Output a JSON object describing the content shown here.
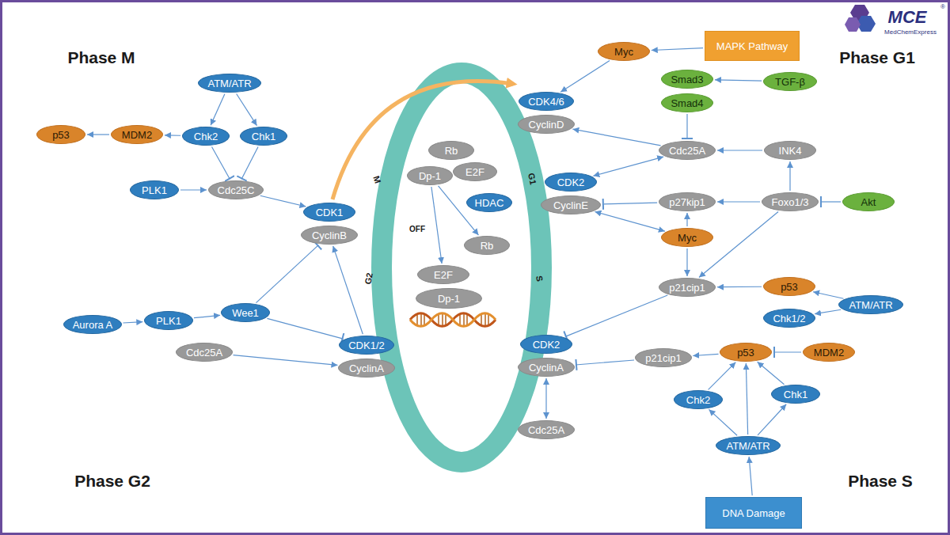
{
  "diagram": {
    "nodes": [
      {
        "text": [
          "ATM/ATR"
        ]
      },
      {
        "text": [
          "Chk2"
        ]
      },
      {
        "text": [
          "Chk1"
        ]
      },
      {
        "text": [
          "MDM2"
        ]
      },
      {
        "text": [
          "p53"
        ]
      },
      {
        "text": [
          "PLK1"
        ]
      },
      {
        "text": [
          "Cdc25C"
        ]
      },
      {
        "text": [
          "CDK1"
        ]
      },
      {
        "text": [
          "CyclinB"
        ]
      },
      {
        "text": [
          "Aurora A"
        ]
      },
      {
        "text": [
          "PLK1"
        ]
      },
      {
        "text": [
          "Wee1"
        ]
      },
      {
        "text": [
          "Cdc25A"
        ]
      },
      {
        "text": [
          "CDK1/2"
        ]
      },
      {
        "text": [
          "CyclinA"
        ]
      },
      {
        "text": [
          "Rb"
        ]
      },
      {
        "text": [
          "Dp-1"
        ]
      },
      {
        "text": [
          "E2F"
        ]
      },
      {
        "text": [
          "HDAC"
        ]
      },
      {
        "text": [
          "Rb"
        ]
      },
      {
        "text": [
          "E2F"
        ]
      },
      {
        "text": [
          "Dp-1"
        ]
      },
      {
        "text": [
          "Myc"
        ]
      },
      {
        "text": [
          "MAPK Pathway"
        ]
      },
      {
        "text": [
          "Smad3"
        ]
      },
      {
        "text": [
          "TGF-β"
        ]
      },
      {
        "text": [
          "Smad4"
        ]
      },
      {
        "text": [
          "CDK4/6"
        ]
      },
      {
        "text": [
          "CyclinD"
        ]
      },
      {
        "text": [
          "Cdc25A"
        ]
      },
      {
        "text": [
          "INK4"
        ]
      },
      {
        "text": [
          "CDK2"
        ]
      },
      {
        "text": [
          "CyclinE"
        ]
      },
      {
        "text": [
          "p27kip1"
        ]
      },
      {
        "text": [
          "Foxo1/3"
        ]
      },
      {
        "text": [
          "Akt"
        ]
      },
      {
        "text": [
          "Myc"
        ]
      },
      {
        "text": [
          "p21cip1"
        ]
      },
      {
        "text": [
          "p53"
        ]
      },
      {
        "text": [
          "ATM/ATR"
        ]
      },
      {
        "text": [
          "Chk1/2"
        ]
      },
      {
        "text": [
          "CDK2"
        ]
      },
      {
        "text": [
          "CyclinA"
        ]
      },
      {
        "text": [
          "p21cip1"
        ]
      },
      {
        "text": [
          "p53"
        ]
      },
      {
        "text": [
          "MDM2"
        ]
      },
      {
        "text": [
          "Chk2"
        ]
      },
      {
        "text": [
          "Chk1"
        ]
      },
      {
        "text": [
          "Cdc25A"
        ]
      },
      {
        "text": [
          "ATM/ATR"
        ]
      },
      {
        "text": [
          "DNA Damage"
        ]
      }
    ],
    "edges": [
      {
        "from": 0,
        "to": 1,
        "arrow": "to"
      },
      {
        "from": 0,
        "to": 2,
        "arrow": "to"
      },
      {
        "from": 1,
        "to": 3,
        "arrow": "to"
      },
      {
        "from": 3,
        "to": 4,
        "arrow": "to"
      },
      {
        "from": 1,
        "to": 6,
        "arrow": "to"
      },
      {
        "from": 2,
        "to": 6,
        "arrow": "to"
      },
      {
        "from": 5,
        "to": 6,
        "arrow": "to"
      },
      {
        "from": 6,
        "to": 7,
        "arrow": "to"
      },
      {
        "from": 11,
        "to": 8,
        "arrow": "to"
      },
      {
        "from": 9,
        "to": 10,
        "arrow": "to"
      },
      {
        "from": 10,
        "to": 11,
        "arrow": "to"
      },
      {
        "from": 11,
        "to": 13,
        "arrow": "to"
      },
      {
        "from": 12,
        "to": 14,
        "arrow": "to"
      },
      {
        "from": 13,
        "to": 8,
        "arrow": "to"
      },
      {
        "from": 16,
        "to": 20,
        "arrow": "to"
      },
      {
        "from": 16,
        "to": 19,
        "arrow": "to"
      },
      {
        "from": 23,
        "to": 22,
        "arrow": "to"
      },
      {
        "from": 22,
        "to": 27,
        "arrow": "to"
      },
      {
        "from": 25,
        "to": 24,
        "arrow": "to"
      },
      {
        "from": 26,
        "to": 29,
        "arrow": "to"
      },
      {
        "from": 29,
        "to": 28,
        "arrow": "to"
      },
      {
        "from": 29,
        "to": 31,
        "arrow": "both"
      },
      {
        "from": 30,
        "to": 29,
        "arrow": "to"
      },
      {
        "from": 34,
        "to": 30,
        "arrow": "to"
      },
      {
        "from": 35,
        "to": 34,
        "arrow": "to"
      },
      {
        "from": 34,
        "to": 33,
        "arrow": "to"
      },
      {
        "from": 33,
        "to": 32,
        "arrow": "to"
      },
      {
        "from": 36,
        "to": 33,
        "arrow": "to"
      },
      {
        "from": 36,
        "to": 32,
        "arrow": "both"
      },
      {
        "from": 36,
        "to": 37,
        "arrow": "to"
      },
      {
        "from": 34,
        "to": 37,
        "arrow": "to"
      },
      {
        "from": 38,
        "to": 37,
        "arrow": "to"
      },
      {
        "from": 39,
        "to": 38,
        "arrow": "to"
      },
      {
        "from": 39,
        "to": 40,
        "arrow": "to"
      },
      {
        "from": 37,
        "to": 41,
        "arrow": "to"
      },
      {
        "from": 43,
        "to": 42,
        "arrow": "to"
      },
      {
        "from": 44,
        "to": 43,
        "arrow": "to"
      },
      {
        "from": 45,
        "to": 44,
        "arrow": "to"
      },
      {
        "from": 46,
        "to": 44,
        "arrow": "to"
      },
      {
        "from": 47,
        "to": 44,
        "arrow": "to"
      },
      {
        "from": 49,
        "to": 44,
        "arrow": "to"
      },
      {
        "from": 49,
        "to": 46,
        "arrow": "to"
      },
      {
        "from": 49,
        "to": 47,
        "arrow": "to"
      },
      {
        "from": 50,
        "to": 49,
        "arrow": "to"
      },
      {
        "from": 48,
        "to": 42,
        "arrow": "both"
      }
    ],
    "labels": [
      "Phase M",
      "Phase G1",
      "Phase G2",
      "Phase S",
      "M",
      "G1",
      "G2",
      "S",
      "OFF",
      "MCE",
      "MedChemExpress",
      "®"
    ]
  }
}
